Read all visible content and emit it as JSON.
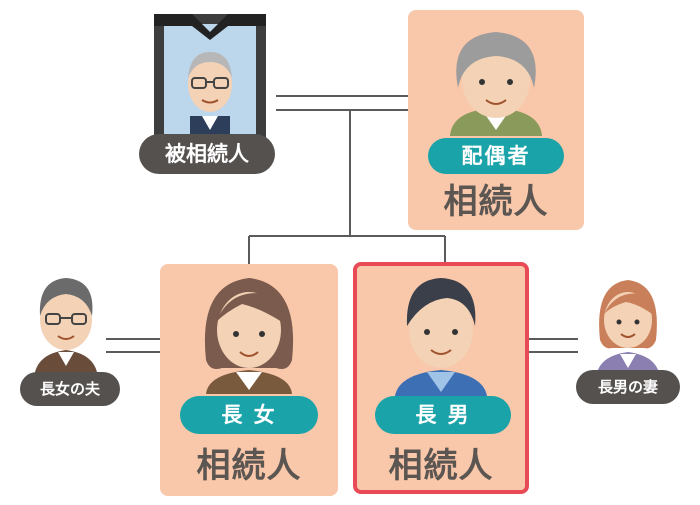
{
  "deceased": {
    "label": "被相続人"
  },
  "spouse": {
    "role": "配偶者",
    "status": "相続人"
  },
  "eldest_daughter": {
    "role": "長 女",
    "status": "相続人"
  },
  "eldest_son": {
    "role": "長 男",
    "status": "相続人"
  },
  "daughters_husband": {
    "label": "長女の夫"
  },
  "sons_wife": {
    "label": "長男の妻"
  },
  "colors": {
    "heir_card": "#f9c7a9",
    "role_pill": "#1aa3a9",
    "name_pill": "#55514f",
    "highlight": "#e84b55",
    "line": "#5b5b5b"
  }
}
